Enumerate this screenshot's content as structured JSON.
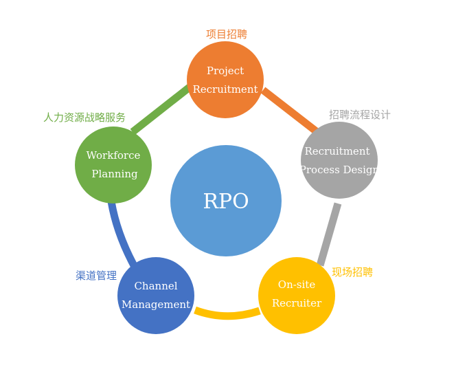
{
  "center": {
    "label": "RPO",
    "color": "#5B9BD5"
  },
  "nodes": [
    {
      "id": "project-recruitment",
      "line1": "Project",
      "line2": "Recruitment",
      "caption": "项目招聘",
      "color": "#ED7D31"
    },
    {
      "id": "recruitment-process-design",
      "line1": "Recruitment",
      "line2": "Process Design",
      "caption": "招聘流程设计",
      "color": "#A5A5A5"
    },
    {
      "id": "on-site-recruiter",
      "line1": "On-site",
      "line2": "Recruiter",
      "caption": "现场招聘",
      "color": "#FFC000"
    },
    {
      "id": "channel-management",
      "line1": "Channel",
      "line2": "Management",
      "caption": "渠道管理",
      "color": "#4472C4"
    },
    {
      "id": "workforce-planning",
      "line1": "Workforce",
      "line2": "Planning",
      "caption": "人力资源战略服务",
      "color": "#70AD47"
    }
  ]
}
